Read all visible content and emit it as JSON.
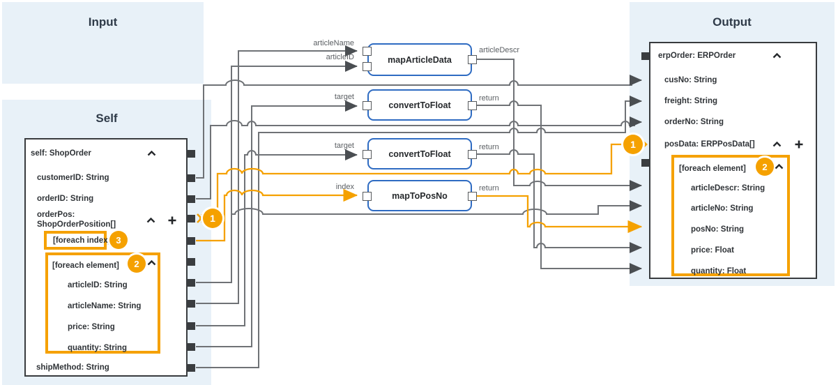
{
  "colors": {
    "accent_orange": "#f5a100",
    "function_border_blue": "#2e6bc2",
    "wire_gray": "#6f7276",
    "panel_blue": "#e8f1f8",
    "box_border_dark": "#383b3e"
  },
  "panels": {
    "input": {
      "title": "Input"
    },
    "self": {
      "title": "Self"
    },
    "output": {
      "title": "Output"
    }
  },
  "self_box": {
    "header": "self: ShopOrder",
    "orderPos_badge": "1",
    "fields": {
      "customerID": "customerID: String",
      "orderID": "orderID: String",
      "orderPos_line1": "orderPos:",
      "orderPos_line2": "ShopOrderPosition[]",
      "shipMethod": "shipMethod: String"
    },
    "foreach_index": {
      "label": "[foreach index]",
      "badge": "3"
    },
    "foreach_element": {
      "label": "[foreach element]",
      "badge": "2",
      "fields": {
        "articleID": "articleID: String",
        "articleName": "articleName: String",
        "price": "price: String",
        "quantity": "quantity: String"
      }
    }
  },
  "functions": [
    {
      "name": "mapArticleData",
      "inputs": [
        "articleName",
        "articleID"
      ],
      "output": "articleDescr"
    },
    {
      "name": "convertToFloat",
      "inputs": [
        "target"
      ],
      "output": "return"
    },
    {
      "name": "convertToFloat",
      "inputs": [
        "target"
      ],
      "output": "return"
    },
    {
      "name": "mapToPosNo",
      "inputs": [
        "index"
      ],
      "output": "return"
    }
  ],
  "output_box": {
    "header": "erpOrder: ERPOrder",
    "posData_badge": "1",
    "fields": {
      "cusNo": "cusNo: String",
      "freight": "freight: String",
      "orderNo": "orderNo: String",
      "posData": "posData: ERPPosData[]"
    },
    "foreach_element": {
      "label": "[foreach element]",
      "badge": "2",
      "fields": {
        "articleDescr": "articleDescr: String",
        "articleNo": "articleNo: String",
        "posNo": "posNo: String",
        "price": "price: Float",
        "quantity": "quantity: Float"
      }
    }
  }
}
